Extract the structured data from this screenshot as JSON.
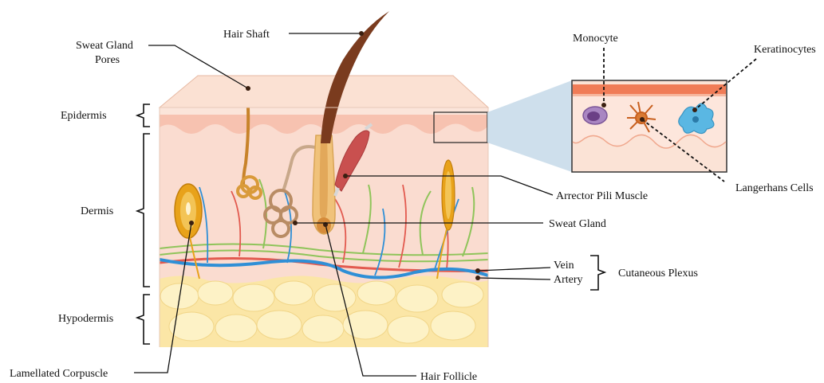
{
  "labels": {
    "hair_shaft": "Hair Shaft",
    "sweat_gland_pores_line1": "Sweat Gland",
    "sweat_gland_pores_line2": "Pores",
    "epidermis": "Epidermis",
    "dermis": "Dermis",
    "hypodermis": "Hypodermis",
    "lamellated_corpuscle": "Lamellated Corpuscle",
    "hair_follicle": "Hair Follicle",
    "arrector_pili_muscle": "Arrector Pili Muscle",
    "sweat_gland": "Sweat Gland",
    "vein": "Vein",
    "artery": "Artery",
    "cutaneous_plexus": "Cutaneous Plexus",
    "monocyte": "Monocyte",
    "keratinocytes": "Keratinocytes",
    "langerhans_cells": "Langerhans Cells"
  },
  "colors": {
    "epidermis_top": "#f8d6c4",
    "epidermis_band": "#f6b9a6",
    "dermis": "#fadcd0",
    "hypodermis": "#fbeab0",
    "fat_lobule": "#fdf3c8",
    "vein": "#2f8fd6",
    "artery": "#e25a4f",
    "nerve": "#8fc45a",
    "hair": "#7a3b1e",
    "follicle": "#f0c27a",
    "gland": "#c8945f",
    "muscle": "#c9504f",
    "inset_stratum": "#f07c57",
    "inset_bg": "#fbe3d6",
    "monocyte": "#9e72b8",
    "langerhans": "#c8601f",
    "keratinocyte": "#5ab7e3",
    "zoom_cone": "#c9dcea"
  }
}
